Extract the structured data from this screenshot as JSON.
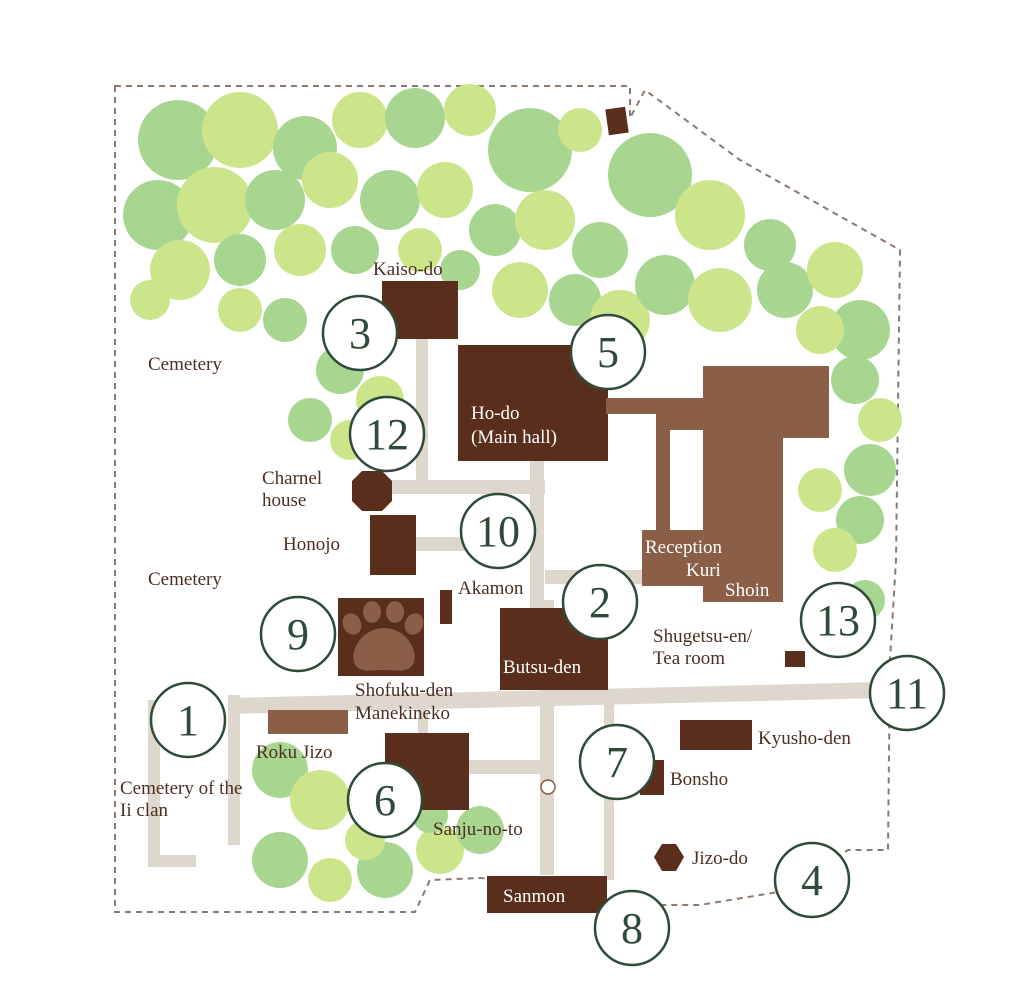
{
  "labels": {
    "kaiso_do": "Kaiso-do",
    "cemetery_north": "Cemetery",
    "ho_do": "Ho-do",
    "main_hall": "(Main hall)",
    "charnel": "Charnel",
    "house": "house",
    "honojo": "Honojo",
    "cemetery_mid": "Cemetery",
    "akamon": "Akamon",
    "reception": "Reception",
    "kuri": "Kuri",
    "shoin": "Shoin",
    "shugetsu_en": "Shugetsu-en/",
    "tea_room": "Tea room",
    "butsu_den": "Butsu-den",
    "shofuku_den": "Shofuku-den",
    "manekineko": "Manekineko",
    "roku_jizo": "Roku Jizo",
    "cemetery_ii_1": "Cemetery of the",
    "cemetery_ii_2": "Ii clan",
    "kyusho_den": "Kyusho-den",
    "bonsho": "Bonsho",
    "sanju_no_to": "Sanju-no-to",
    "jizo_do": "Jizo-do",
    "sanmon": "Sanmon"
  },
  "markers": [
    "1",
    "2",
    "3",
    "4",
    "5",
    "6",
    "7",
    "8",
    "9",
    "10",
    "11",
    "12",
    "13"
  ],
  "colors": {
    "dark_building": "#5a2e1c",
    "light_building": "#8b5e48",
    "path": "#ddd7cd",
    "tree_dark": "#a8d691",
    "tree_light": "#cde58a",
    "marker_text": "#2f4a38",
    "label_text": "#4a2f22",
    "boundary": "#8a7a70"
  },
  "icons": {
    "paw": "paw-print-icon"
  }
}
